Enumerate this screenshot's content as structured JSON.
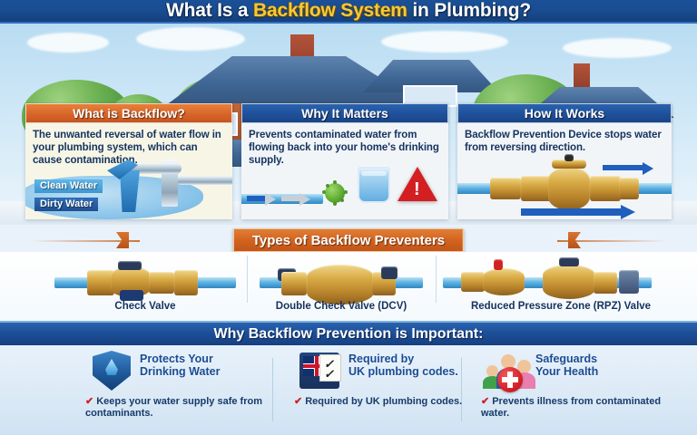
{
  "title": {
    "part1": "What Is a ",
    "highlight": "Backflow System",
    "part2": " in Plumbing?"
  },
  "cards": [
    {
      "heading": "What is Backflow?",
      "body": "The unwanted reversal of water flow in your plumbing system, which can cause contamination.",
      "tag_clean": "Clean Water",
      "tag_dirty": "Dirty Water",
      "head_color": "#d3641f",
      "icons": [
        "faucet-icon",
        "water-flow-icon"
      ]
    },
    {
      "heading": "Why It Matters",
      "body": "Prevents contaminated water from flowing back into your home's drinking supply.",
      "head_color": "#1d4f99",
      "icons": [
        "germ-icon",
        "water-glass-icon",
        "warning-triangle-icon"
      ]
    },
    {
      "heading": "How It Works",
      "body": "Backflow Prevention Device stops water from reversing direction.",
      "head_color": "#1d4f99",
      "icons": [
        "backflow-valve-icon",
        "flow-arrow-icon"
      ]
    }
  ],
  "ribbon": {
    "label": "Types of Backflow Preventers"
  },
  "types": [
    {
      "label": "Check Valve",
      "icon": "check-valve-icon"
    },
    {
      "label": "Double Check Valve (DCV)",
      "icon": "double-check-valve-icon"
    },
    {
      "label": "Reduced Pressure Zone (RPZ) Valve",
      "icon": "rpz-valve-icon"
    }
  ],
  "banner": {
    "label": "Why Backflow Prevention is Important:"
  },
  "benefits": [
    {
      "heading_line1": "Protects Your",
      "heading_line2": "Drinking Water",
      "bullet": "Keeps your water supply safe from contaminants.",
      "icon": "shield-water-drop-icon",
      "check": "✔"
    },
    {
      "heading_line1": "Required by",
      "heading_line2": "UK plumbing codes.",
      "bullet": "Required by UK plumbing codes.",
      "icon": "uk-flag-clipboard-icon",
      "check": "✔"
    },
    {
      "heading_line1": "Safeguards",
      "heading_line2": "Your Health",
      "bullet": "Prevents illness from contaminated water.",
      "icon": "family-medical-cross-icon",
      "check": "✔"
    }
  ],
  "colors": {
    "title_bar": "#1a4e93",
    "gold": "#f4c93c",
    "orange": "#d3641f",
    "blue": "#1d4f99",
    "brass": "#d8ab45",
    "pipe_blue": "#5fb4e4",
    "check_red": "#cc2222"
  }
}
